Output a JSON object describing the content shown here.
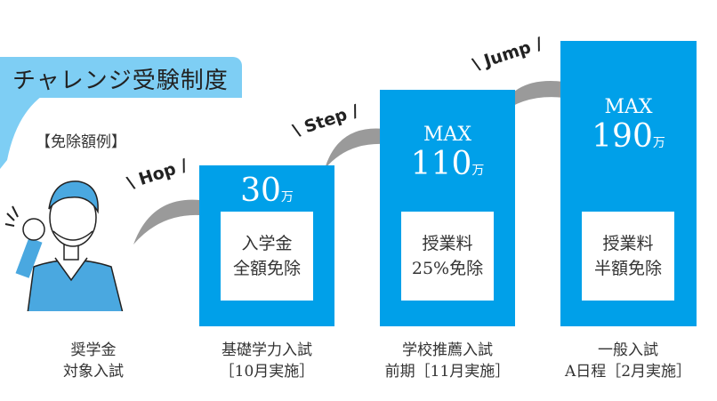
{
  "title": "チャレンジ受験制度",
  "subtitle": "【免除額例】",
  "colors": {
    "primary": "#00a0e9",
    "tab": "#7ecef4",
    "arrow": "#9a9a9a"
  },
  "steps": [
    {
      "label": "Hop"
    },
    {
      "label": "Step"
    },
    {
      "label": "Jump"
    }
  ],
  "base": {
    "line1": "奨学金",
    "line2": "対象入試"
  },
  "cards": [
    {
      "prefix": "",
      "amount": "30",
      "unit": "万",
      "benefit1": "入学金",
      "benefit2": "全額免除",
      "exam1": "基礎学力入試",
      "exam2": "［10月実施］"
    },
    {
      "prefix": "MAX",
      "amount": "110",
      "unit": "万",
      "benefit1": "授業料",
      "benefit2": "25%免除",
      "exam1": "学校推薦入試",
      "exam2": "前期［11月実施］"
    },
    {
      "prefix": "MAX",
      "amount": "190",
      "unit": "万",
      "benefit1": "授業料",
      "benefit2": "半額免除",
      "exam1": "一般入試",
      "exam2": "A日程［2月実施］"
    }
  ]
}
